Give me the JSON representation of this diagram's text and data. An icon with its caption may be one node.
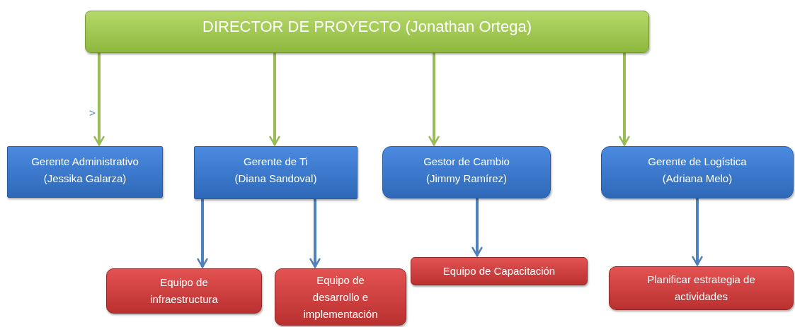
{
  "diagram": {
    "nodes": [
      {
        "text": [
          "DIRECTOR DE PROYECTO (Jonathan Ortega)"
        ]
      },
      {
        "text": [
          "Gerente Administrativo",
          "(Jessika Galarza)"
        ]
      },
      {
        "text": [
          "Gerente de Ti",
          "(Diana Sandoval)"
        ]
      },
      {
        "text": [
          "Gestor de Cambio",
          "(Jimmy Ramírez)"
        ]
      },
      {
        "text": [
          "Gerente de Logística",
          "(Adriana Melo)"
        ]
      },
      {
        "text": [
          "Equipo de infraestructura"
        ]
      },
      {
        "text": [
          "Equipo de desarrollo e implementación"
        ]
      },
      {
        "text": [
          "Equipo de Capacitación"
        ]
      },
      {
        "text": [
          "Planificar estrategia de actividades"
        ]
      }
    ],
    "edges": [
      {
        "from": 0,
        "to": 1,
        "arrow": "to",
        "color": "#9bbb59"
      },
      {
        "from": 0,
        "to": 2,
        "arrow": "to",
        "color": "#9bbb59"
      },
      {
        "from": 0,
        "to": 3,
        "arrow": "to",
        "color": "#9bbb59"
      },
      {
        "from": 0,
        "to": 4,
        "arrow": "to",
        "color": "#9bbb59"
      },
      {
        "from": 2,
        "to": 5,
        "arrow": "to",
        "color": "#4f81bd"
      },
      {
        "from": 2,
        "to": 6,
        "arrow": "to",
        "color": "#4f81bd"
      },
      {
        "from": 3,
        "to": 7,
        "arrow": "to",
        "color": "#4f81bd"
      },
      {
        "from": 4,
        "to": 8,
        "arrow": "to",
        "color": "#4f81bd"
      }
    ],
    "labels": [
      ">"
    ]
  }
}
